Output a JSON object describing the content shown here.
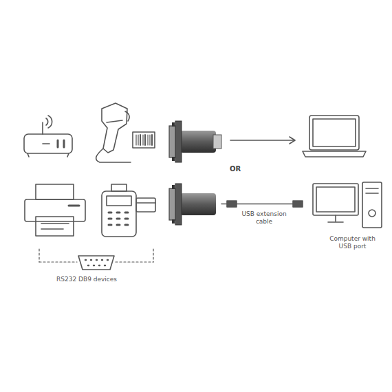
{
  "diagram": {
    "nodes": [
      {
        "text": [
          "Computer with USB port"
        ]
      }
    ],
    "labels": [
      "OR",
      "USB extension cable",
      "RS232 DB9 devices"
    ]
  }
}
